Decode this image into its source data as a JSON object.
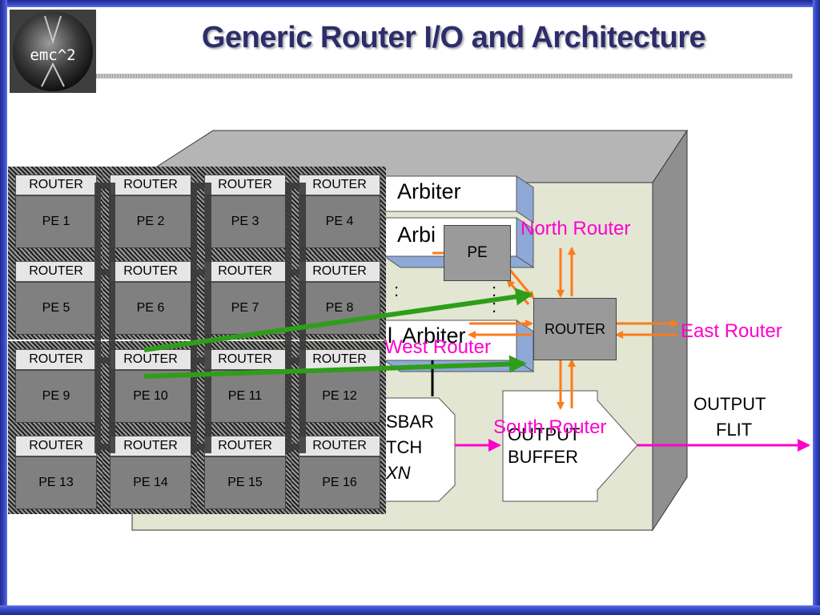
{
  "logo": {
    "text": "emc^2"
  },
  "title": "Generic Router I/O and Architecture",
  "arbiters": {
    "top": "Arbiter",
    "second": "Arbi",
    "dots_left": ":",
    "dots_right": ":",
    "dots_right2": ":",
    "lower": "Arbiter",
    "lower_prefix": "l"
  },
  "crossbar": {
    "line1": "SBAR",
    "line2": "TCH",
    "line3": "XN"
  },
  "output_buffer": {
    "line1": "OUTPUT",
    "line2": "BUFFER"
  },
  "output_flit": {
    "line1": "OUTPUT",
    "line2": "FLIT"
  },
  "pe_block": "PE",
  "router_block": "ROUTER",
  "neighbors": {
    "north": "North Router",
    "east": "East Router",
    "west": "West Router",
    "south": "South Router"
  },
  "colors": {
    "frame": "#3c4fd0",
    "title": "#2d2d6d",
    "pink": "#ff00cc",
    "orange": "#ff7a1a",
    "green": "#2e9e1a",
    "chassis": "#e2e6d2"
  },
  "grid": {
    "router_label": "ROUTER",
    "pes": [
      "PE 1",
      "PE 2",
      "PE 3",
      "PE 4",
      "PE 5",
      "PE 6",
      "PE 7",
      "PE 8",
      "PE 9",
      "PE 10",
      "PE 11",
      "PE 12",
      "PE 13",
      "PE 14",
      "PE 15",
      "PE 16"
    ]
  }
}
